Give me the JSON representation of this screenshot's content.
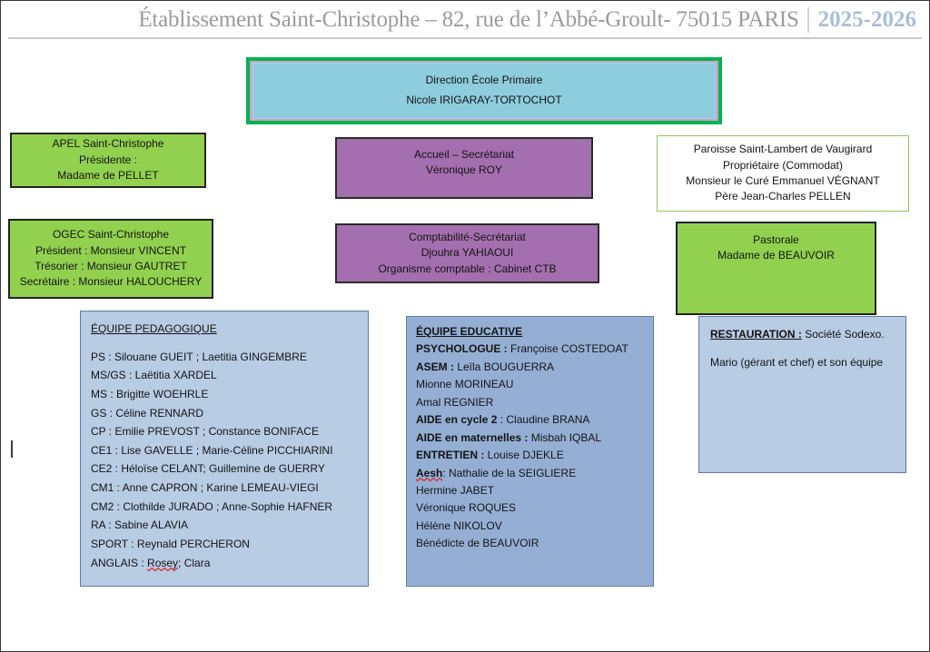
{
  "header": {
    "title": "Établissement Saint-Christophe – 82, rue de l’Abbé-Groult- 75015 PARIS",
    "year": "2025-2026"
  },
  "direction": {
    "line1": "Direction École Primaire",
    "line2": "Nicole IRIGARAY-TORTOCHOT"
  },
  "apel": {
    "line1": "APEL Saint-Christophe",
    "line2": "Présidente :",
    "line3": "Madame de PELLET"
  },
  "ogec": {
    "line1": "OGEC Saint-Christophe",
    "line2": "Président : Monsieur VINCENT",
    "line3": "Trésorier : Monsieur GAUTRET",
    "line4": "Secrétaire : Monsieur HALOUCHERY"
  },
  "accueil": {
    "line1": "Accueil – Secrétariat",
    "line2": "Véronique ROY"
  },
  "comptabilite": {
    "line1": "Comptabilité-Secrétariat",
    "line2": "Djouhra YAHIAOUI",
    "line3": "Organisme comptable : Cabinet CTB"
  },
  "paroisse": {
    "line1": "Paroisse Saint-Lambert de Vaugirard",
    "line2": "Propriétaire (Commodat)",
    "line3": "Monsieur le Curé Emmanuel VÉGNANT",
    "line4": "Père Jean-Charles PELLEN"
  },
  "pastorale": {
    "line1": "Pastorale",
    "line2": "Madame de BEAUVOIR"
  },
  "equipe_pedagogique": {
    "heading": "ÉQUIPE PEDAGOGIQUE",
    "rows": [
      "PS : Silouane GUEIT ; Laetitia GINGEMBRE",
      "MS/GS : Laëtitia XARDEL",
      "MS : Brigitte WOEHRLE",
      "GS : Céline RENNARD",
      "CP : Emilie PREVOST ; Constance BONIFACE",
      "CE1 : Lise GAVELLE ; Marie-Céline PICCHIARINI",
      "CE2 : Héloïse CELANT; Guillemine de GUERRY",
      "CM1 : Anne CAPRON ; Karine LEMEAU-VIEGI",
      "CM2 : Clothilde JURADO ; Anne-Sophie HAFNER",
      "RA : Sabine ALAVIA",
      "SPORT : Reynald PERCHERON"
    ],
    "anglais_label": "ANGLAIS : ",
    "anglais_misspelled": "Rosey",
    "anglais_rest": "; Clara"
  },
  "equipe_educative": {
    "heading": "ÉQUIPE EDUCATIVE",
    "rows": [
      {
        "label": "PSYCHOLOGUE :",
        "value": " Françoise COSTEDOAT"
      },
      {
        "label": "ASEM :",
        "value": " Leïla BOUGUERRA"
      },
      {
        "label": "",
        "value": "Mionne MORINEAU"
      },
      {
        "label": "",
        "value": "Amal REGNIER"
      },
      {
        "label": "AIDE en cycle 2",
        "value": " : Claudine BRANA"
      },
      {
        "label": "AIDE en maternelles :",
        "value": " Misbah IQBAL"
      },
      {
        "label": "ENTRETIEN :",
        "value": " Louise DJEKLE"
      }
    ],
    "aesh_label": "Aesh",
    "aesh_rest": ": Nathalie de la SEIGLIERE",
    "tail_rows": [
      "Hermine JABET",
      "Véronique ROQUES",
      "Hélène NIKOLOV",
      "Bénédicte de BEAUVOIR"
    ]
  },
  "restauration": {
    "heading": "RESTAURATION :",
    "heading_rest": " Société Sodexo.",
    "line2": "Mario (gérant et chef) et son équipe"
  },
  "colors": {
    "green": "#92d14f",
    "purple": "#a46fae",
    "blue_pale": "#b8cce4",
    "blue_mid": "#95afd4",
    "cyan": "#8ecddd",
    "direction_border_green": "#00b44e",
    "direction_border_purple": "#c9a3cd",
    "header_text": "#9b9b9b",
    "header_year": "#a8bddd",
    "spellcheck_red": "#e02020"
  }
}
